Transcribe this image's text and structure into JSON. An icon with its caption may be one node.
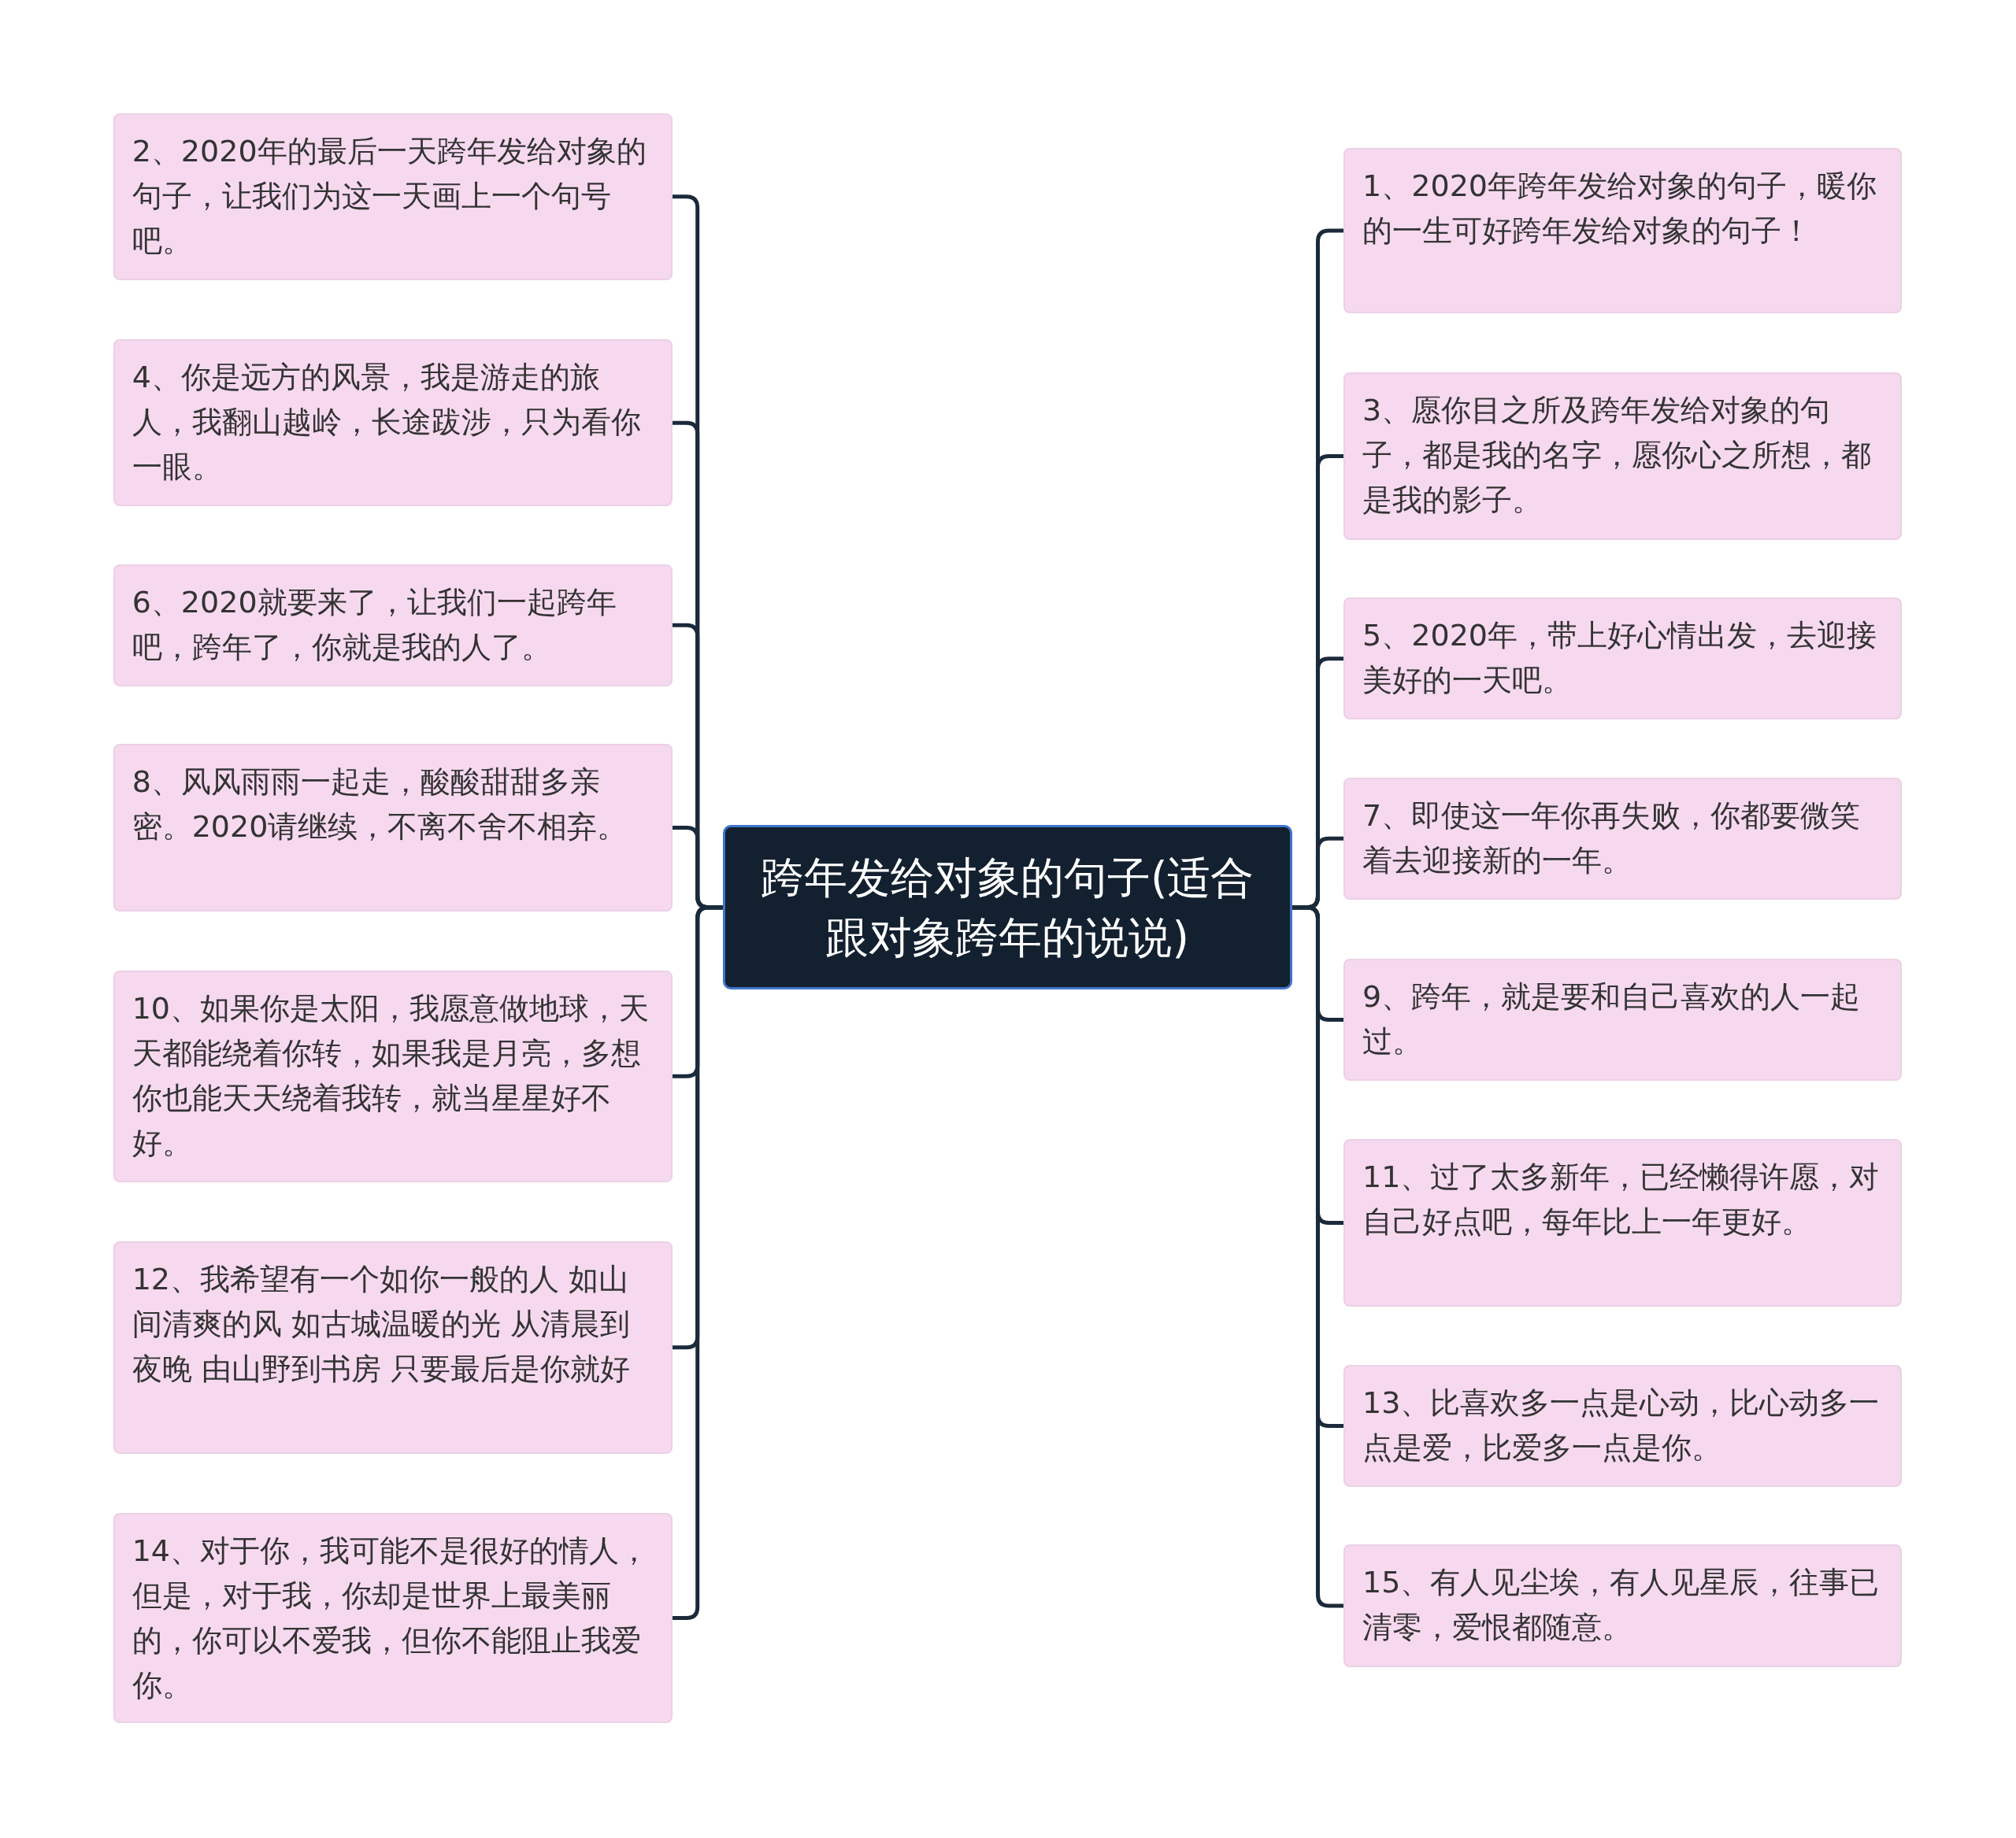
{
  "diagram": {
    "nodes": [
      {
        "text": [
          "跨年发给对象的句子(适合跟对象跨年的说说)"
        ]
      },
      {
        "text": [
          "1、2020年跨年发给对象的句子，暖你的一生可好跨年发给对象的句子！"
        ]
      },
      {
        "text": [
          "2、2020年的最后一天跨年发给对象的句子，让我们为这一天画上一个句号吧。"
        ]
      },
      {
        "text": [
          "3、愿你目之所及跨年发给对象的句子，都是我的名字，愿你心之所想，都是我的影子。"
        ]
      },
      {
        "text": [
          "4、你是远方的风景，我是游走的旅人，我翻山越岭，长途跋涉，只为看你一眼。"
        ]
      },
      {
        "text": [
          "5、2020年，带上好心情出发，去迎接美好的一天吧。"
        ]
      },
      {
        "text": [
          "6、2020就要来了，让我们一起跨年吧，跨年了，你就是我的人了。"
        ]
      },
      {
        "text": [
          "7、即使这一年你再失败，你都要微笑着去迎接新的一年。"
        ]
      },
      {
        "text": [
          "8、风风雨雨一起走，酸酸甜甜多亲密。2020请继续，不离不舍不相弃。"
        ]
      },
      {
        "text": [
          "9、跨年，就是要和自己喜欢的人一起过。"
        ]
      },
      {
        "text": [
          "10、如果你是太阳，我愿意做地球，天天都能绕着你转，如果我是月亮，多想你也能天天绕着我转，就当星星好不好。"
        ]
      },
      {
        "text": [
          "11、过了太多新年，已经懒得许愿，对自己好点吧，每年比上一年更好。"
        ]
      },
      {
        "text": [
          "12、我希望有一个如你一般的人 如山间清爽的风 如古城温暖的光 从清晨到夜晚 由山野到书房 只要最后是你就好"
        ]
      },
      {
        "text": [
          "13、比喜欢多一点是心动，比心动多一点是爱，比爱多一点是你。"
        ]
      },
      {
        "text": [
          "14、对于你，我可能不是很好的情人，但是，对于我，你却是世界上最美丽的，你可以不爱我，但你不能阻止我爱你。"
        ]
      },
      {
        "text": [
          "15、有人见尘埃，有人见星辰，往事已清零，爱恨都随意。"
        ]
      }
    ],
    "edges": [
      {
        "from": 0,
        "to": 1,
        "arrow": "none"
      },
      {
        "from": 0,
        "to": 2,
        "arrow": "none"
      },
      {
        "from": 0,
        "to": 3,
        "arrow": "none"
      },
      {
        "from": 0,
        "to": 4,
        "arrow": "none"
      },
      {
        "from": 0,
        "to": 5,
        "arrow": "none"
      },
      {
        "from": 0,
        "to": 6,
        "arrow": "none"
      },
      {
        "from": 0,
        "to": 7,
        "arrow": "none"
      },
      {
        "from": 0,
        "to": 8,
        "arrow": "none"
      },
      {
        "from": 0,
        "to": 9,
        "arrow": "none"
      },
      {
        "from": 0,
        "to": 10,
        "arrow": "none"
      },
      {
        "from": 0,
        "to": 11,
        "arrow": "none"
      },
      {
        "from": 0,
        "to": 12,
        "arrow": "none"
      },
      {
        "from": 0,
        "to": 13,
        "arrow": "none"
      },
      {
        "from": 0,
        "to": 14,
        "arrow": "none"
      },
      {
        "from": 0,
        "to": 15,
        "arrow": "none"
      }
    ]
  }
}
